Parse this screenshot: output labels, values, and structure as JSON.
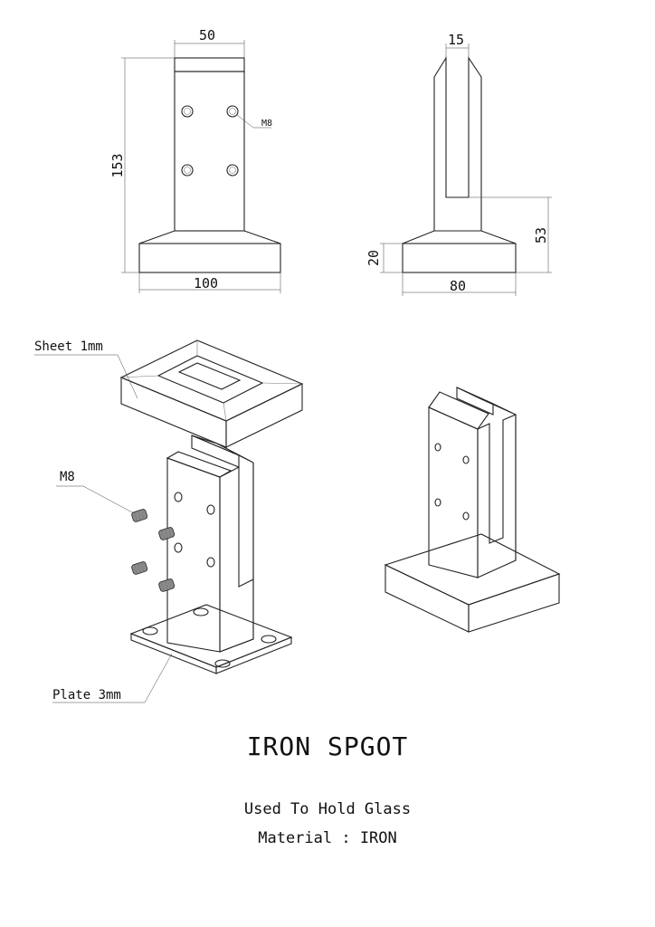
{
  "dimensions": {
    "front_top": "50",
    "front_height": "153",
    "front_bottom": "100",
    "side_top": "15",
    "side_slot": "53",
    "side_base": "20",
    "side_bottom": "80",
    "bolt_label": "M8"
  },
  "callouts": {
    "sheet": "Sheet 1mm",
    "bolts": "M8",
    "plate": "Plate 3mm"
  },
  "title": "IRON SPGOT",
  "subtitle": "Used To Hold Glass",
  "material": "Material : IRON",
  "colors": {
    "face_light": "#dcdcdc",
    "face_mid": "#c2c2c2",
    "face_dark": "#9e9e9e",
    "line": "#222222"
  }
}
